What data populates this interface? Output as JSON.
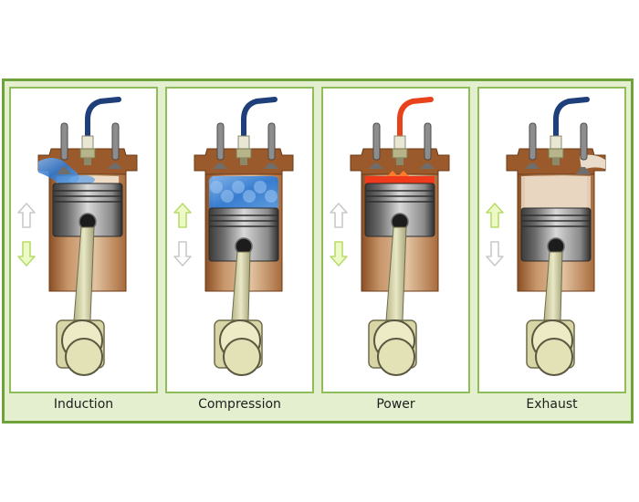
{
  "strokes": [
    {
      "id": "induction",
      "label": "Induction",
      "wire_color": "#1f3f7a",
      "charge": "intake",
      "up_arrow": "outline",
      "down_arrow": "green",
      "piston": "top",
      "intake_valve": "open",
      "exhaust_valve": "closed"
    },
    {
      "id": "compression",
      "label": "Compression",
      "wire_color": "#1f3f7a",
      "charge": "compressed",
      "up_arrow": "green",
      "down_arrow": "outline",
      "piston": "bottom",
      "intake_valve": "closed",
      "exhaust_valve": "closed"
    },
    {
      "id": "power",
      "label": "Power",
      "wire_color": "#e8421c",
      "charge": "ignition",
      "up_arrow": "outline",
      "down_arrow": "green",
      "piston": "top",
      "intake_valve": "closed",
      "exhaust_valve": "closed"
    },
    {
      "id": "exhaust",
      "label": "Exhaust",
      "wire_color": "#1f3f7a",
      "charge": "exhaust",
      "up_arrow": "green",
      "down_arrow": "outline",
      "piston": "bottom",
      "intake_valve": "closed",
      "exhaust_valve": "open"
    }
  ]
}
